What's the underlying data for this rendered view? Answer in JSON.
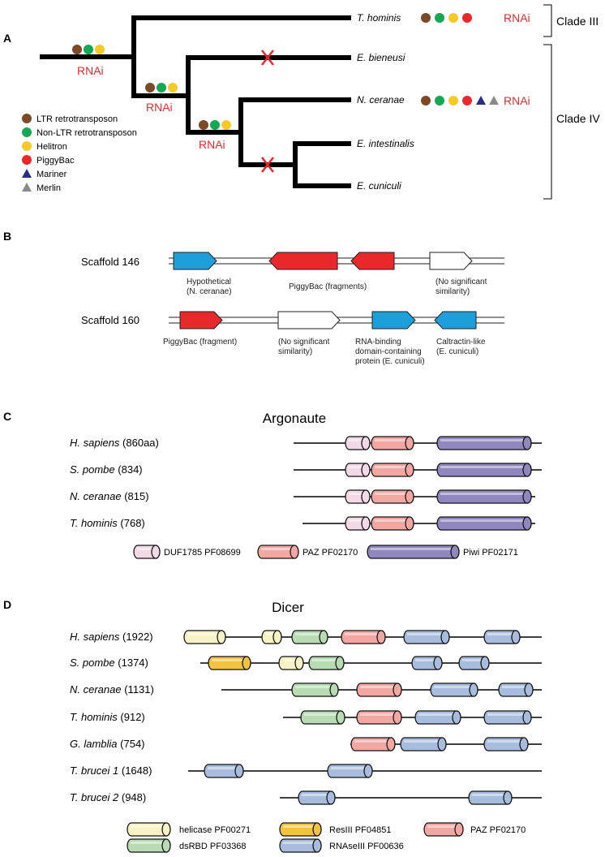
{
  "colors": {
    "ltr": "#7b4a26",
    "nonltr": "#15a852",
    "helitron": "#f7c928",
    "piggybac": "#e8282b",
    "mariner": "#2a2f86",
    "merlin": "#8a8a8a",
    "rnai": "#e8282b",
    "gene_blue": "#1d9fdb",
    "gene_red": "#e8282b",
    "duf": "#f3d9e8",
    "paz": "#f2a7a3",
    "piwi": "#8f87bd",
    "helicase": "#f7f3c4",
    "res3": "#f2c341",
    "dsrbd": "#b9dbb4",
    "rnase3": "#a8bcdd"
  },
  "panelA": {
    "label": "A",
    "rnai_label": "RNAi",
    "clade_III": "Clade III",
    "clade_IV": "Clade IV",
    "taxa": [
      "T. hominis",
      "E. bieneusi",
      "N. ceranae",
      "E. intestinalis",
      "E. cuniculi"
    ],
    "legend": [
      {
        "shape": "circle",
        "color": "ltr",
        "label": "LTR retrotransposon"
      },
      {
        "shape": "circle",
        "color": "nonltr",
        "label": "Non-LTR retrotransposon"
      },
      {
        "shape": "circle",
        "color": "helitron",
        "label": "Helitron"
      },
      {
        "shape": "circle",
        "color": "piggybac",
        "label": "PiggyBac"
      },
      {
        "shape": "triangle",
        "color": "mariner",
        "label": "Mariner"
      },
      {
        "shape": "triangle",
        "color": "merlin",
        "label": "Merlin"
      }
    ]
  },
  "panelB": {
    "label": "B",
    "scaffold1": "Scaffold 146",
    "scaffold2": "Scaffold 160",
    "s1_annotations": [
      {
        "lines": [
          "Hypothetical",
          "(N. ceranae)"
        ]
      },
      {
        "lines": [
          "PiggyBac (fragments)"
        ]
      },
      {
        "lines": [
          "(No significant",
          "similarity)"
        ]
      }
    ],
    "s2_annotations": [
      {
        "lines": [
          "PiggyBac (fragment)"
        ]
      },
      {
        "lines": [
          "(No significant",
          "similarity)"
        ]
      },
      {
        "lines": [
          "RNA-binding",
          "domain-containing",
          "protein (E. cuniculi)"
        ]
      },
      {
        "lines": [
          "Caltractin-like",
          "(E. cuniculi)"
        ]
      }
    ]
  },
  "panelC": {
    "label": "C",
    "title": "Argonaute",
    "proteins": [
      {
        "species": "H. sapiens",
        "length": "(860aa)"
      },
      {
        "species": "S. pombe",
        "length": "(834)"
      },
      {
        "species": "N. ceranae",
        "length": "(815)"
      },
      {
        "species": "T. hominis",
        "length": "(768)"
      }
    ],
    "legend": [
      {
        "color": "duf",
        "label": "DUF1785 PF08699"
      },
      {
        "color": "paz",
        "label": "PAZ PF02170"
      },
      {
        "color": "piwi",
        "label": "Piwi PF02171"
      }
    ]
  },
  "panelD": {
    "label": "D",
    "title": "Dicer",
    "proteins": [
      {
        "species": "H. sapiens",
        "length": "(1922)"
      },
      {
        "species": "S. pombe",
        "length": "(1374)"
      },
      {
        "species": "N. ceranae",
        "length": "(1131)"
      },
      {
        "species": "T. hominis",
        "length": "(912)"
      },
      {
        "species": "G. lamblia",
        "length": "(754)"
      },
      {
        "species": "T. brucei 1",
        "length": "(1648)"
      },
      {
        "species": "T. brucei 2",
        "length": "(948)"
      }
    ],
    "legend": [
      {
        "color": "helicase",
        "label": "helicase PF00271"
      },
      {
        "color": "res3",
        "label": "ResIII PF04851"
      },
      {
        "color": "paz",
        "label": "PAZ PF02170"
      },
      {
        "color": "dsrbd",
        "label": "dsRBD PF03368"
      },
      {
        "color": "rnase3",
        "label": "RNAseIII PF00636"
      }
    ]
  }
}
